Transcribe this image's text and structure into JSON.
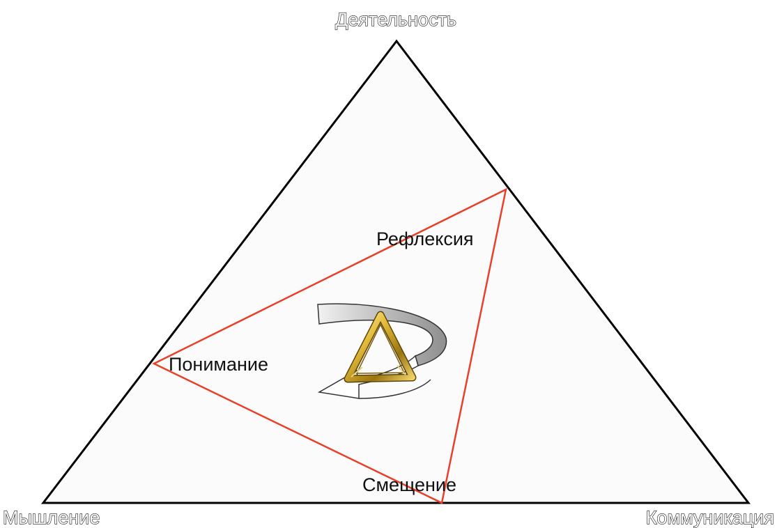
{
  "vertices": {
    "top": "Деятельность",
    "bottom_left": "Мышление",
    "bottom_right": "Коммуникация"
  },
  "inner_triangle": {
    "right": "Рефлексия",
    "left": "Понимание",
    "bottom": "Смещение"
  },
  "colors": {
    "outer_edge": "#000000",
    "inner_edge": "#e8402a",
    "fill": "#fbfbfb",
    "ring": "#c8c8c8",
    "gold": "#c9a227"
  },
  "icons": [
    "rotation-arrow-icon",
    "gold-triangle-icon"
  ]
}
